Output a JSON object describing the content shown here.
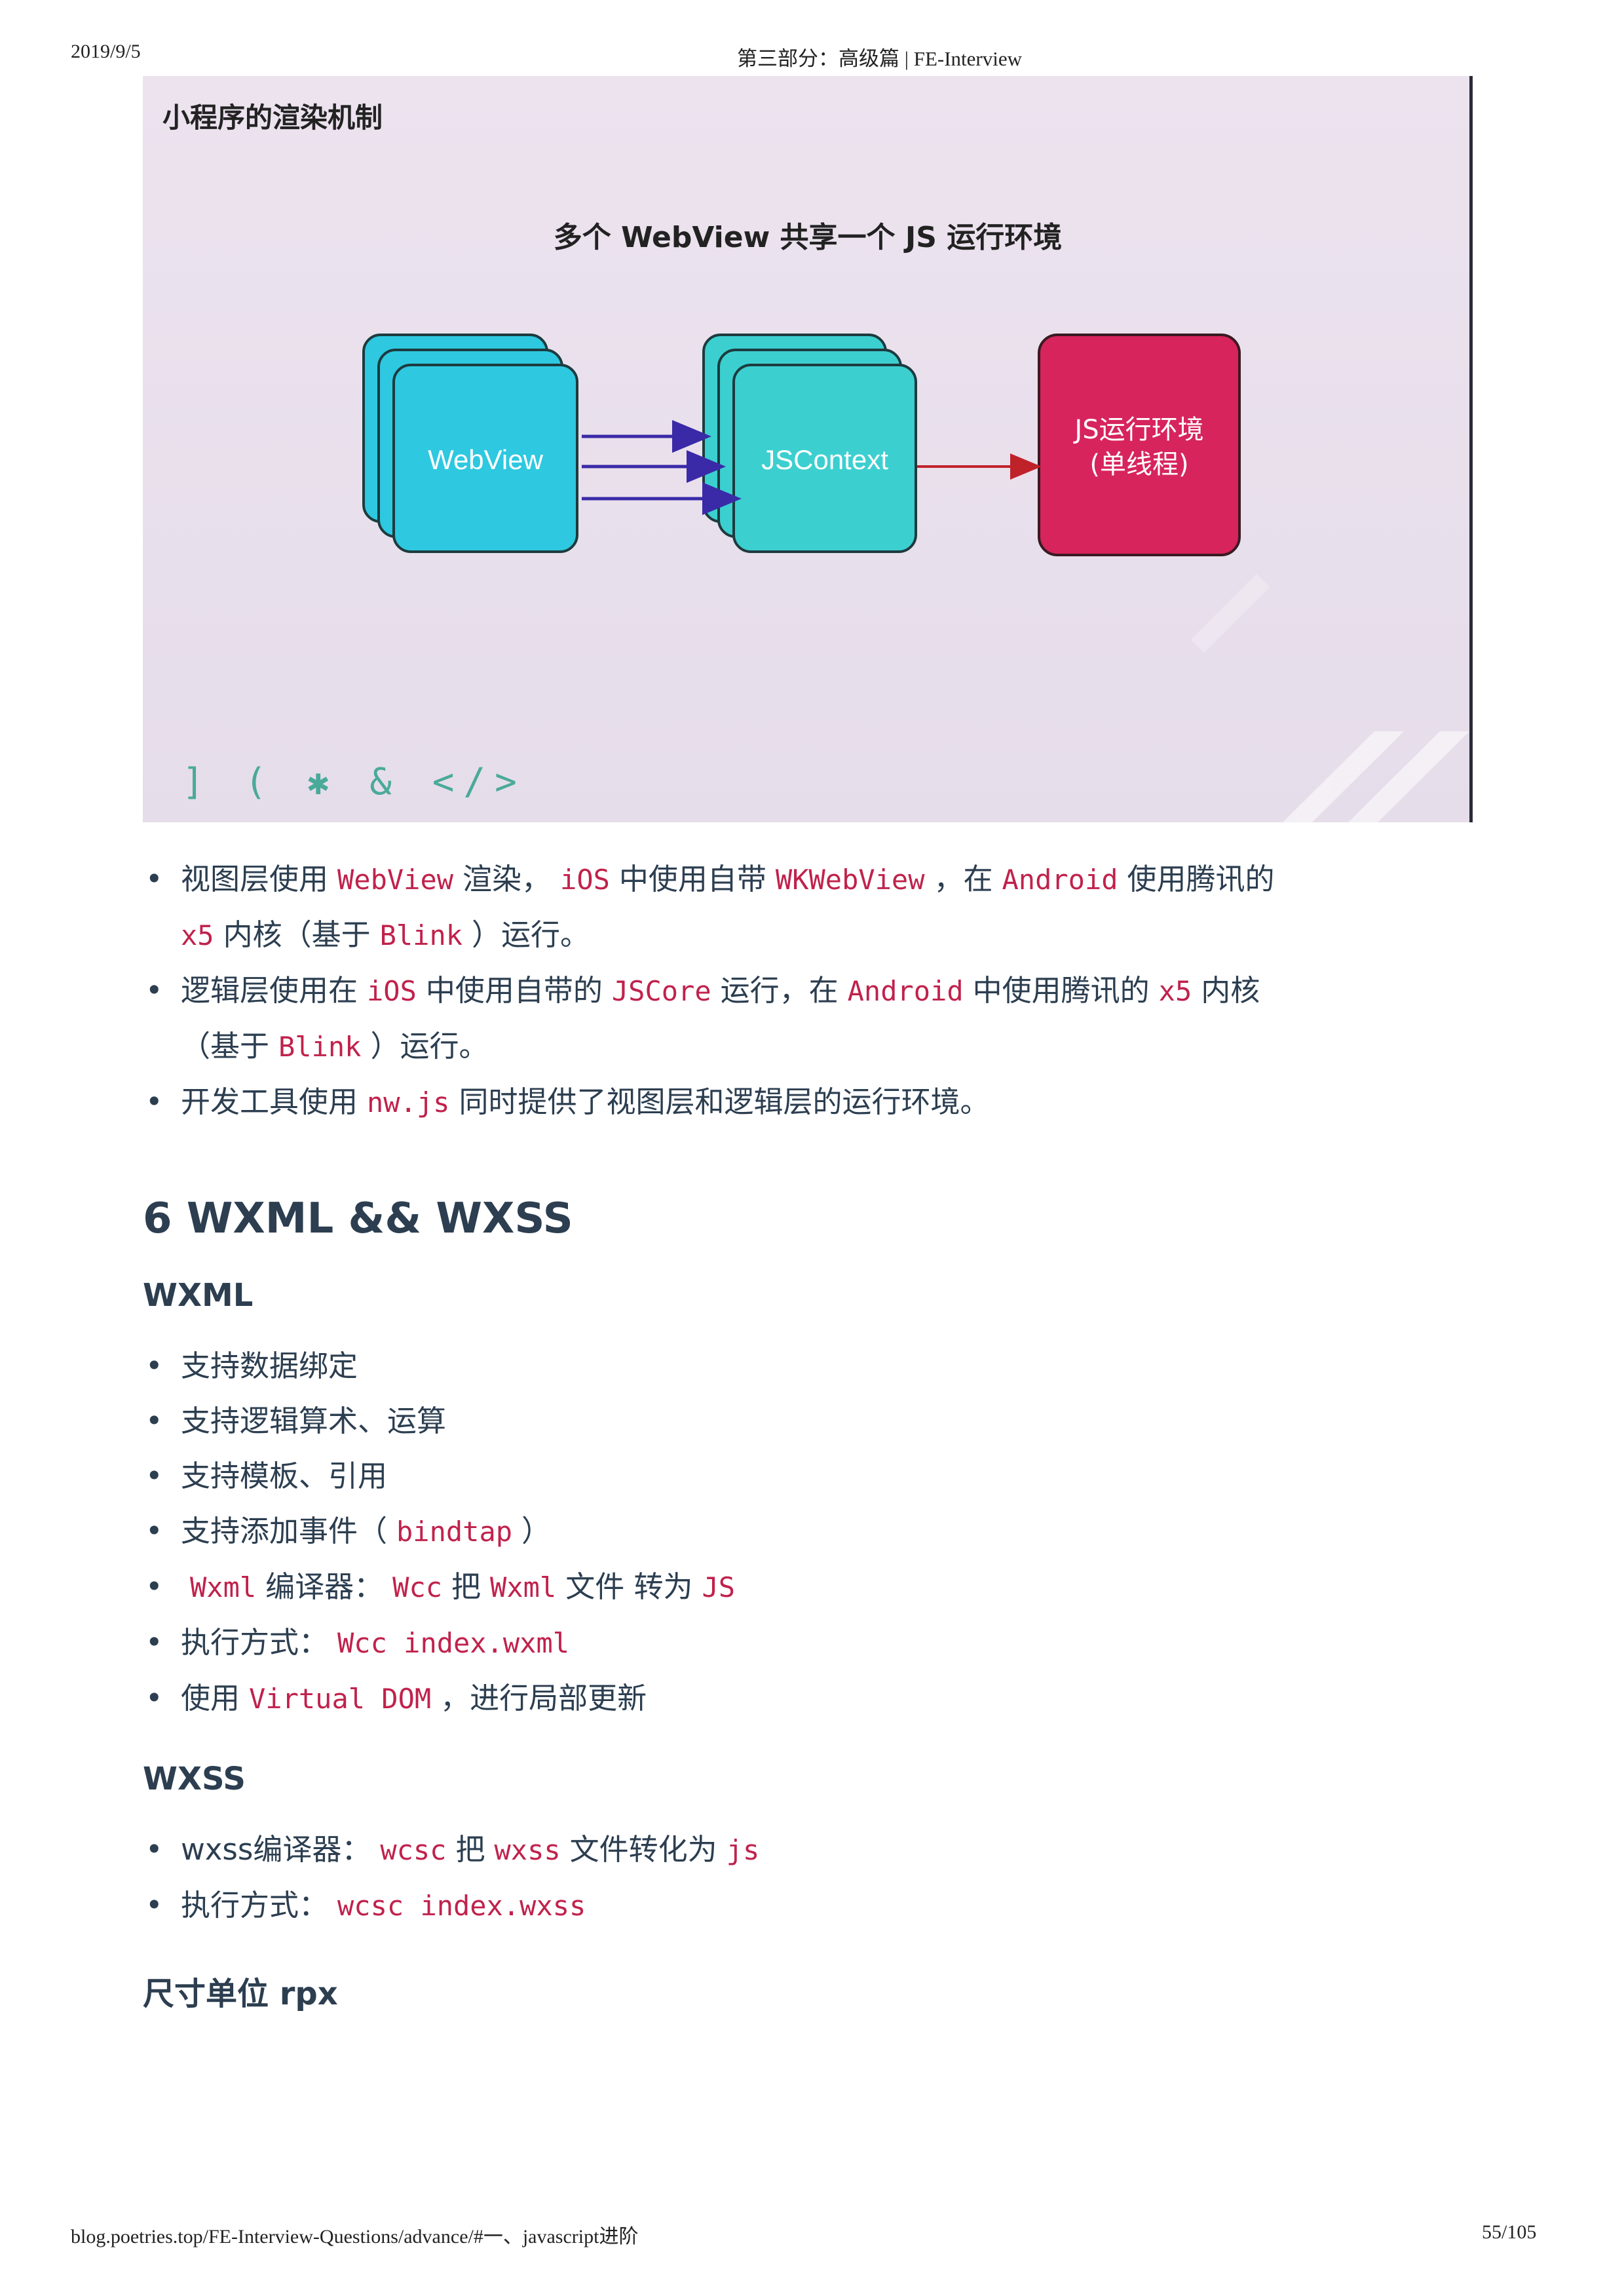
{
  "header": {
    "date": "2019/9/5",
    "title": "第三部分：高级篇 | FE-Interview"
  },
  "slide": {
    "title": "小程序的渲染机制",
    "subtitle": "多个 WebView 共享一个 JS 运行环境",
    "webview_label": "WebView",
    "jscontext_label": "JSContext",
    "runtime_label_1": "JS运行环境",
    "runtime_label_2": "(单线程)",
    "footer_glyphs": "] ( ✱ & </>",
    "colors": {
      "cyan": "#2ec8e0",
      "teal": "#3ccfd0",
      "crimson": "#d7245c",
      "arrow_purple": "#3a2aa8",
      "arrow_red": "#c0222a"
    }
  },
  "list1": [
    {
      "l1": {
        "t1": "视图层使用",
        "c1": "WebView",
        "t2": "渲染，",
        "c2": "iOS",
        "t3": "中使用自带",
        "c3": "WKWebView",
        "t4": "，在",
        "c4": "Android",
        "t5": "使用腾讯的"
      },
      "l2": {
        "c5": "x5",
        "t6": "内核（基于",
        "c6": "Blink",
        "t7": "）运行。"
      }
    },
    {
      "l1": {
        "t1": "逻辑层使用在",
        "c1": "iOS",
        "t2": "中使用自带的",
        "c2": "JSCore",
        "t3": "运行，在",
        "c3": "Android",
        "t4": "中使用腾讯的",
        "c4": "x5",
        "t5": "内核"
      },
      "l2": {
        "t6": "（基于",
        "c5": "Blink",
        "t7": "）运行。"
      }
    },
    {
      "t1": "开发工具使用",
      "c1": "nw.js",
      "t2": "同时提供了视图层和逻辑层的运行环境。"
    }
  ],
  "section": {
    "title": "6 WXML && WXSS"
  },
  "wxml": {
    "heading": "WXML",
    "items": [
      {
        "text": "支持数据绑定"
      },
      {
        "text": "支持逻辑算术、运算"
      },
      {
        "text": "支持模板、引用"
      },
      {
        "t1": "支持添加事件（",
        "c1": "bindtap",
        "t2": "）"
      },
      {
        "c1": "Wxml",
        "t1": "编译器：",
        "c2": "Wcc",
        "t2": "把",
        "c3": "Wxml",
        "t3": "文件 转为",
        "c4": "JS"
      },
      {
        "t1": "执行方式：",
        "c1": "Wcc index.wxml"
      },
      {
        "t1": "使用",
        "c1": "Virtual DOM",
        "t2": "，进行局部更新"
      }
    ]
  },
  "wxss": {
    "heading": "WXSS",
    "items": [
      {
        "t1": "wxss编译器：",
        "c1": "wcsc",
        "t2": "把",
        "c2": "wxss",
        "t3": "文件转化为",
        "c3": "js"
      },
      {
        "t1": "执行方式：",
        "c1": "wcsc index.wxss"
      }
    ]
  },
  "rpx": {
    "heading": "尺寸单位 rpx"
  },
  "footer": {
    "url": "blog.poetries.top/FE-Interview-Questions/advance/#一、javascript进阶",
    "page": "55/105"
  }
}
